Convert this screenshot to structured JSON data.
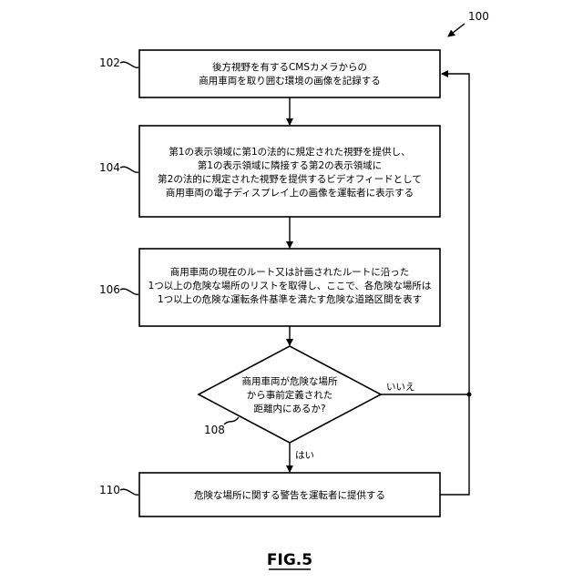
{
  "figure": {
    "figure_ref": "100",
    "label": "FIG.5"
  },
  "steps": [
    {
      "ref": "102",
      "lines": [
        "後方視野を有するCMSカメラからの",
        "商用車両を取り囲む環境の画像を記録する"
      ]
    },
    {
      "ref": "104",
      "lines": [
        "第1の表示領域に第1の法的に規定された視野を提供し、",
        "第1の表示領域に隣接する第2の表示領域に",
        "第2の法的に規定された視野を提供するビデオフィードとして",
        "商用車両の電子ディスプレイ上の画像を運転者に表示する"
      ]
    },
    {
      "ref": "106",
      "lines": [
        "商用車両の現在のルート又は計画されたルートに沿った",
        "1つ以上の危険な場所のリストを取得し、ここで、各危険な場所は",
        "1つ以上の危険な運転条件基準を満たす危険な道路区間を表す"
      ]
    },
    {
      "ref": "110",
      "lines": [
        "危険な場所に関する警告を運転者に提供する"
      ]
    }
  ],
  "decision": {
    "ref": "108",
    "lines": [
      "商用車両が危険な場所",
      "から事前定義された",
      "距離内にあるか?"
    ],
    "yes_label": "はい",
    "no_label": "いいえ"
  }
}
